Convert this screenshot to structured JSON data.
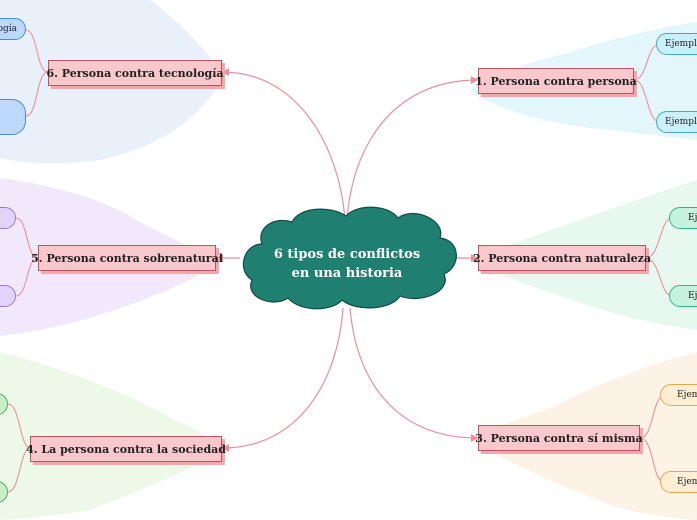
{
  "central_topic": {
    "line1": "6 tipos de conflictos",
    "line2": "en una historia"
  },
  "branches": {
    "b1": {
      "label": "1. Persona contra persona",
      "leaves": [
        "Ejemplo",
        "Ejemplo"
      ]
    },
    "b2": {
      "label": "2. Persona contra naturaleza",
      "leaves": [
        "Ejemplo",
        "Ejemplo"
      ]
    },
    "b3": {
      "label": "3. Persona contra sí misma",
      "leaves": [
        "Ejemplo",
        "Ejemplo"
      ]
    },
    "b4": {
      "label": "4. La persona contra la sociedad",
      "leaves": [
        "",
        ""
      ]
    },
    "b5": {
      "label": "5. Persona contra sobrenatural",
      "leaves": [
        "",
        ""
      ]
    },
    "b6": {
      "label": "6. Persona contra tecnología",
      "leaves": [
        "Ejemplo de tecnología",
        ""
      ]
    }
  },
  "colors": {
    "central_fill": "#1f7f71",
    "branch_fill": "#f9c8cd",
    "branch_border": "#c0505a",
    "connector": "#ec8e98"
  }
}
